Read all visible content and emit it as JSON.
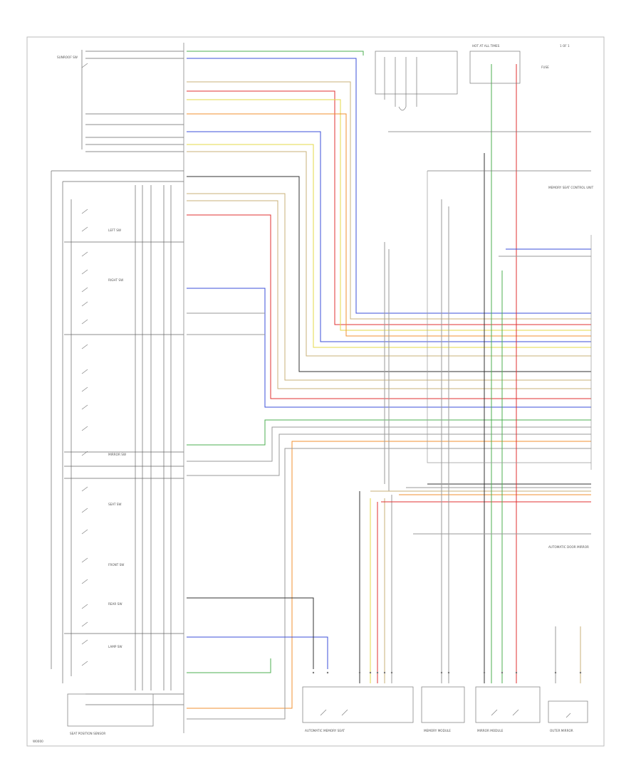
{
  "page": {
    "corner_label": "1 OF 1",
    "footer_code": "W0000"
  },
  "colors": {
    "green": "#4caf50",
    "blue": "#3b4fd8",
    "yellow": "#e6d84a",
    "red": "#e03030",
    "orange": "#f09030",
    "tan": "#c8b07a",
    "gray": "#9a9a9a",
    "black": "#333333",
    "violet": "#7070c0"
  },
  "left_switches": [
    {
      "label": "SUNROOF SW"
    },
    {
      "label": "LEFT SW"
    },
    {
      "label": "RIGHT SW"
    },
    {
      "label": "MIRROR SW"
    },
    {
      "label": "SEAT SW"
    },
    {
      "label": "FRONT SW"
    },
    {
      "label": "REAR SW"
    },
    {
      "label": "LAMP SW"
    }
  ],
  "bottom_components": [
    {
      "label": "AUTOMATIC MEMORY SEAT"
    },
    {
      "label": "MEMORY MODULE"
    },
    {
      "label": "MIRROR MODULE"
    },
    {
      "label": "SEAT POSITION SENSOR"
    },
    {
      "label": "OUTER MIRROR"
    }
  ],
  "right_modules": [
    {
      "label": "MEMORY SEAT CONTROL UNIT"
    },
    {
      "label": "AUTOMATIC DOOR MIRROR"
    }
  ],
  "top_components": [
    {
      "label": "HOT AT ALL TIMES"
    },
    {
      "label": "FUSE"
    }
  ]
}
